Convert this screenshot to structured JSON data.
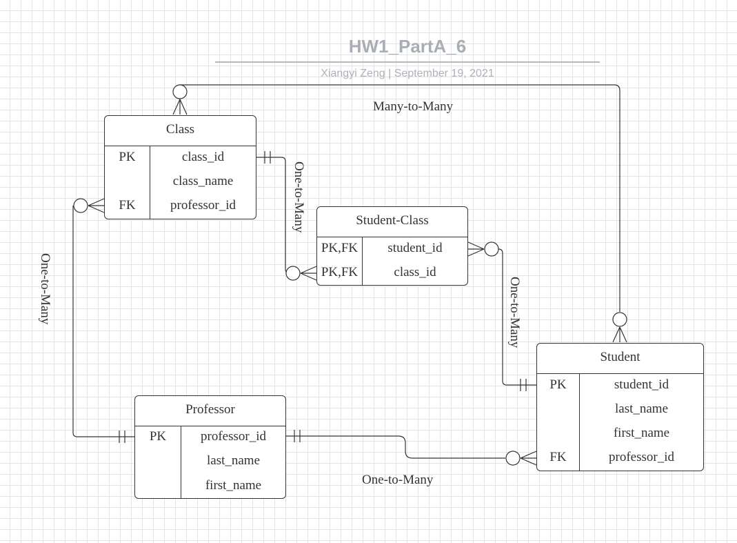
{
  "header": {
    "title": "HW1_PartA_6",
    "subtitle": "Xiangyi Zeng  |  September 19, 2021"
  },
  "entities": {
    "class": {
      "name": "Class",
      "rows": [
        {
          "key": "PK",
          "field": "class_id"
        },
        {
          "key": "",
          "field": "class_name"
        },
        {
          "key": "FK",
          "field": "professor_id"
        }
      ]
    },
    "student_class": {
      "name": "Student-Class",
      "rows": [
        {
          "key": "PK,FK",
          "field": "student_id"
        },
        {
          "key": "PK,FK",
          "field": "class_id"
        }
      ]
    },
    "student": {
      "name": "Student",
      "rows": [
        {
          "key": "PK",
          "field": "student_id"
        },
        {
          "key": "",
          "field": "last_name"
        },
        {
          "key": "",
          "field": "first_name"
        },
        {
          "key": "FK",
          "field": "professor_id"
        }
      ]
    },
    "professor": {
      "name": "Professor",
      "rows": [
        {
          "key": "PK",
          "field": "professor_id"
        },
        {
          "key": "",
          "field": "last_name"
        },
        {
          "key": "",
          "field": "first_name"
        }
      ]
    }
  },
  "relationships": {
    "class_student": "Many-to-Many",
    "class_studentclass": "One-to-Many",
    "professor_class": "One-to-Many",
    "studentclass_student": "One-to-Many",
    "professor_student": "One-to-Many"
  }
}
